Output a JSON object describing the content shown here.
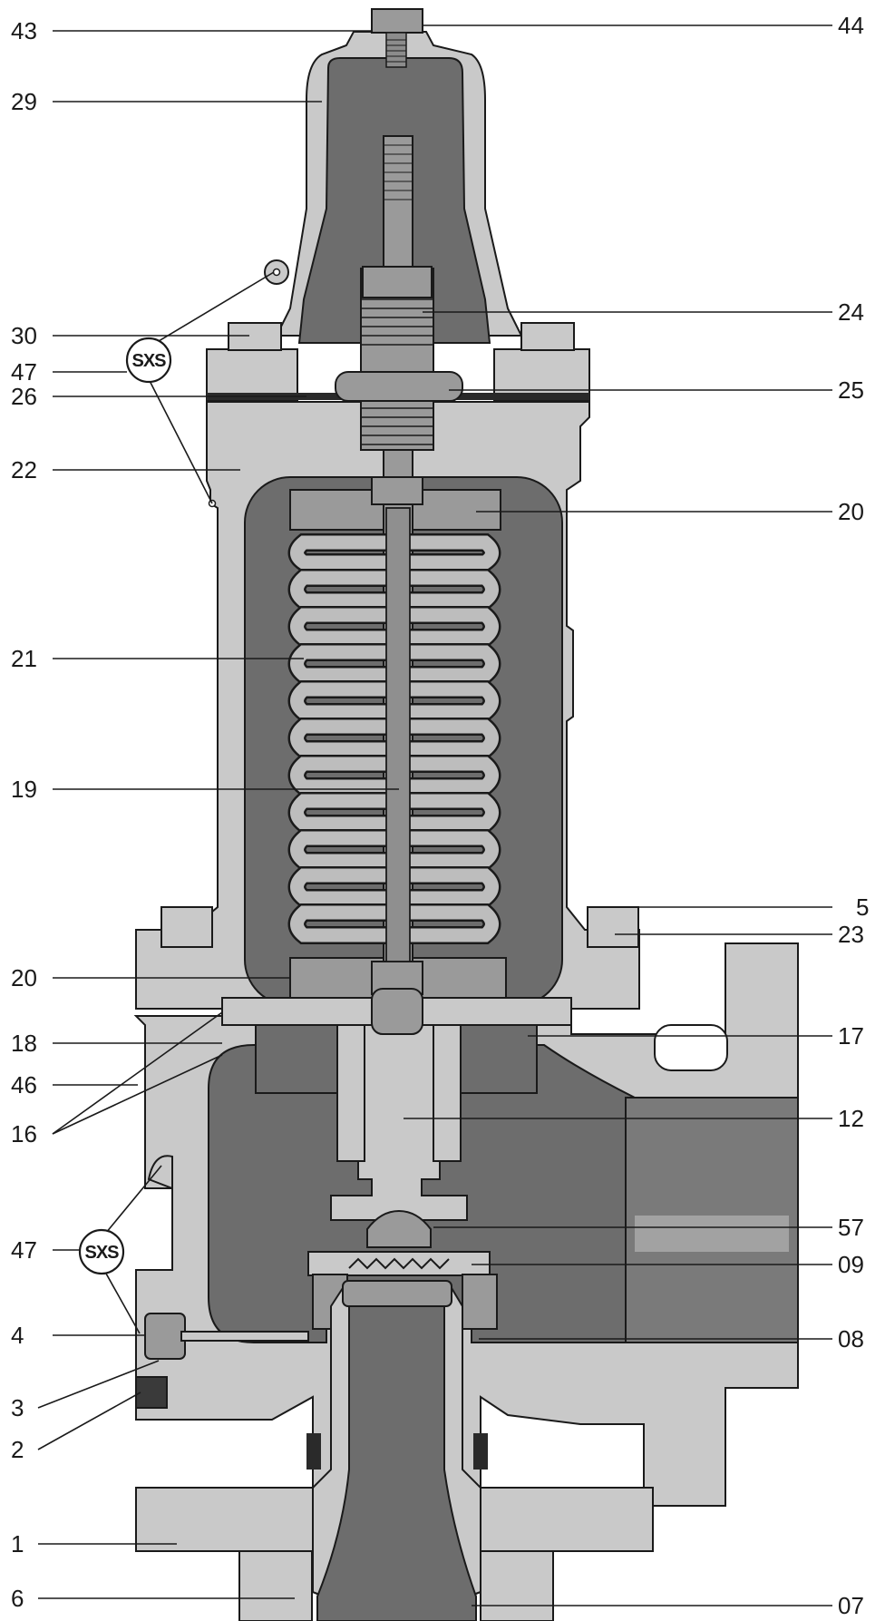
{
  "diagram": {
    "left_callouts": [
      "43",
      "29",
      "30",
      "47",
      "26",
      "22",
      "21",
      "19",
      "20",
      "18",
      "46",
      "16",
      "47",
      "4",
      "3",
      "2",
      "1",
      "6"
    ],
    "right_callouts": [
      "44",
      "24",
      "25",
      "20",
      "5",
      "23",
      "17",
      "12",
      "57",
      "09",
      "08",
      "07"
    ],
    "seal_marks": [
      "SXS",
      "SXS"
    ],
    "colors": {
      "body": "#c9c9c9",
      "cavity": "#6d6d6d",
      "metal": "#9a9a9a",
      "line": "#1a1a1a",
      "background": "#ffffff"
    }
  }
}
